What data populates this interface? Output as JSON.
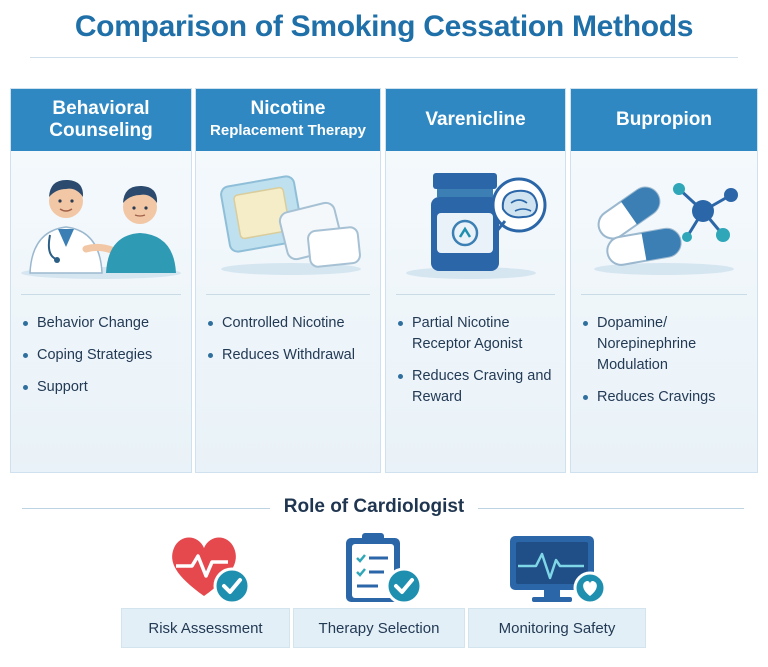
{
  "title": "Comparison of Smoking Cessation Methods",
  "columns": [
    {
      "title": "Behavioral Counseling",
      "title_line1": "Behavioral",
      "title_line2": "Counseling",
      "icon": "counselor-patient-icon",
      "bullets": [
        "Behavior Change",
        "Coping Strategies",
        "Support"
      ]
    },
    {
      "title_line1": "Nicotine",
      "title_line2": "Replacement Therapy",
      "icon": "nicotine-patch-icon",
      "bullets": [
        "Controlled Nicotine",
        "Reduces Withdrawal"
      ]
    },
    {
      "title_line1": "Varenicline",
      "icon": "pill-bottle-brain-icon",
      "bullets": [
        "Partial Nicotine Receptor Agonist",
        "Reduces Craving and Reward"
      ]
    },
    {
      "title_line1": "Bupropion",
      "icon": "capsule-molecule-icon",
      "bullets": [
        "Dopamine/ Norepinephrine Modulation",
        "Reduces Cravings"
      ]
    }
  ],
  "role": {
    "title": "Role of Cardiologist",
    "items": [
      {
        "label": "Risk Assessment",
        "icon": "heart-check-icon"
      },
      {
        "label": "Therapy Selection",
        "icon": "clipboard-check-icon"
      },
      {
        "label": "Monitoring Safety",
        "icon": "monitor-heart-icon"
      }
    ]
  },
  "colors": {
    "header": "#2f88c2",
    "title": "#1f6fa8",
    "accent": "#1f8fb0",
    "heart": "#e5484d"
  }
}
